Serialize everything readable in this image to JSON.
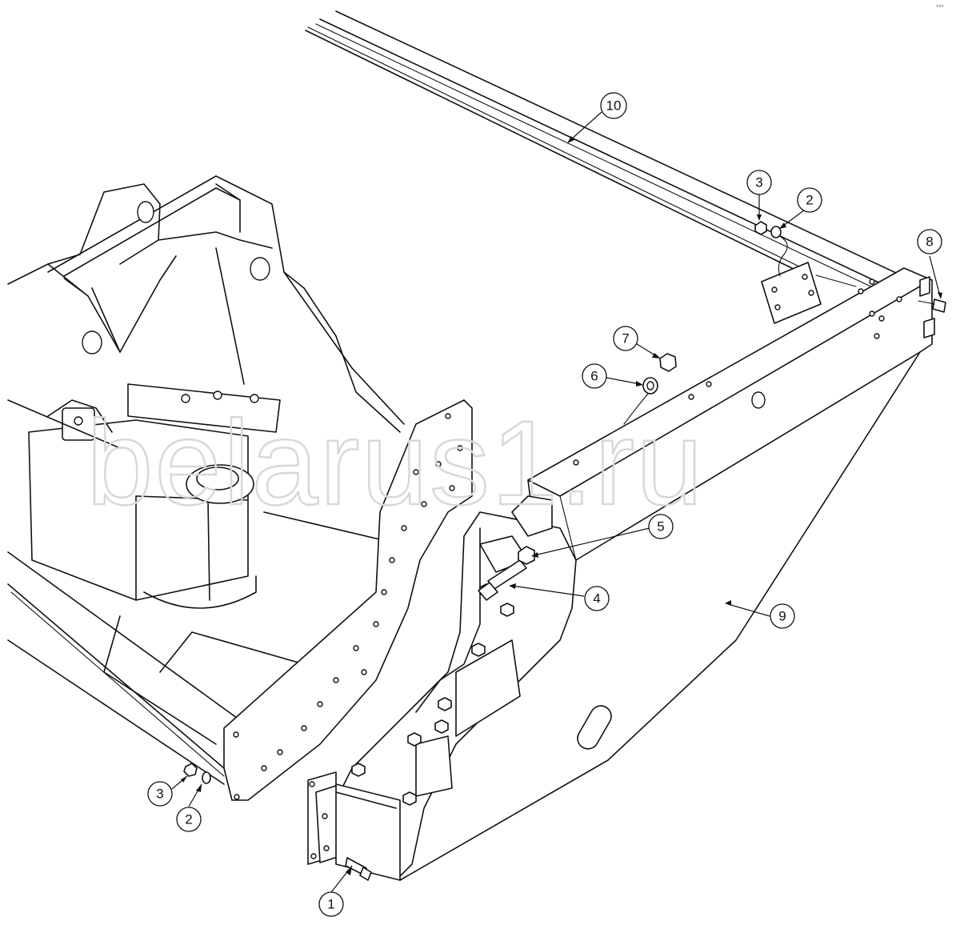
{
  "watermark": "belarus1.ru",
  "corner_mark": "°°°",
  "callouts": [
    {
      "id": "c1",
      "label": "1"
    },
    {
      "id": "c2a",
      "label": "2"
    },
    {
      "id": "c3a",
      "label": "3"
    },
    {
      "id": "c2b",
      "label": "2"
    },
    {
      "id": "c3b",
      "label": "3"
    },
    {
      "id": "c4",
      "label": "4"
    },
    {
      "id": "c5",
      "label": "5"
    },
    {
      "id": "c6",
      "label": "6"
    },
    {
      "id": "c7",
      "label": "7"
    },
    {
      "id": "c8",
      "label": "8"
    },
    {
      "id": "c9",
      "label": "9"
    },
    {
      "id": "c10",
      "label": "10"
    }
  ]
}
